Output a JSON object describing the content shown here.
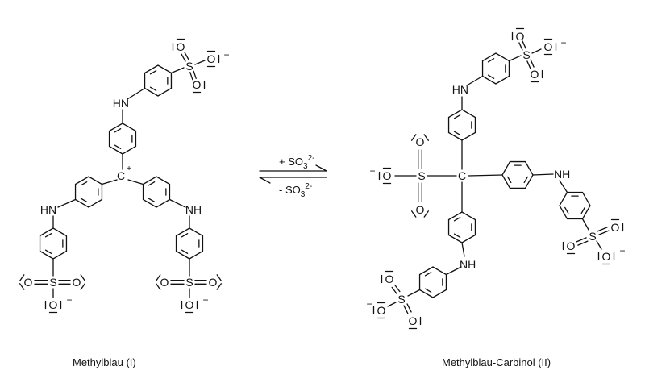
{
  "reaction": {
    "forward_reagent_prefix": "+ SO",
    "reverse_reagent_prefix": "- SO",
    "subscript": "3",
    "superscript": "2-"
  },
  "labels": {
    "left": "Methylblau (I)",
    "right": "Methylblau-Carbinol (II)"
  },
  "atoms": {
    "carbon": "C",
    "cation_charge": "+",
    "amine_hn": "HN",
    "amine_nh": "NH",
    "sulfur": "S",
    "oxygen": "O",
    "anion_charge": "−"
  }
}
